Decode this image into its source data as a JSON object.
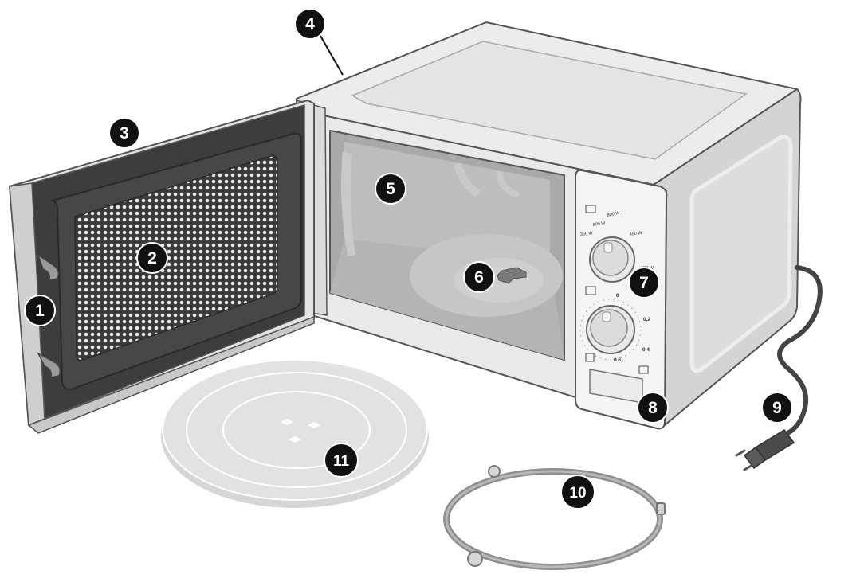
{
  "colors": {
    "body_light": "#ececec",
    "body_mid": "#d9d9d9",
    "body_shade": "#bdbdbd",
    "outline": "#555555",
    "door_dark": "#3d3d3d",
    "mesh": "#e6e6e6",
    "callout_fill": "#111111",
    "callout_text": "#ffffff",
    "cord": "#444444",
    "plate": "#e2e2e2",
    "ring": "#9a9a9a"
  },
  "callouts": [
    {
      "label": "1",
      "part": "door-latch"
    },
    {
      "label": "2",
      "part": "door-window"
    },
    {
      "label": "3",
      "part": "door"
    },
    {
      "label": "4",
      "part": "housing"
    },
    {
      "label": "5",
      "part": "cavity"
    },
    {
      "label": "6",
      "part": "turntable-coupler"
    },
    {
      "label": "7",
      "part": "power-dial"
    },
    {
      "label": "8",
      "part": "timer-dial"
    },
    {
      "label": "9",
      "part": "power-plug"
    },
    {
      "label": "10",
      "part": "roller-ring"
    },
    {
      "label": "11",
      "part": "glass-turntable"
    }
  ],
  "control_panel": {
    "power_levels": [
      "800 W",
      "600 W",
      "450 W",
      "350 W",
      "100 W"
    ],
    "timer_marks": [
      "0",
      "0.2",
      "0.4",
      "0.6"
    ]
  }
}
